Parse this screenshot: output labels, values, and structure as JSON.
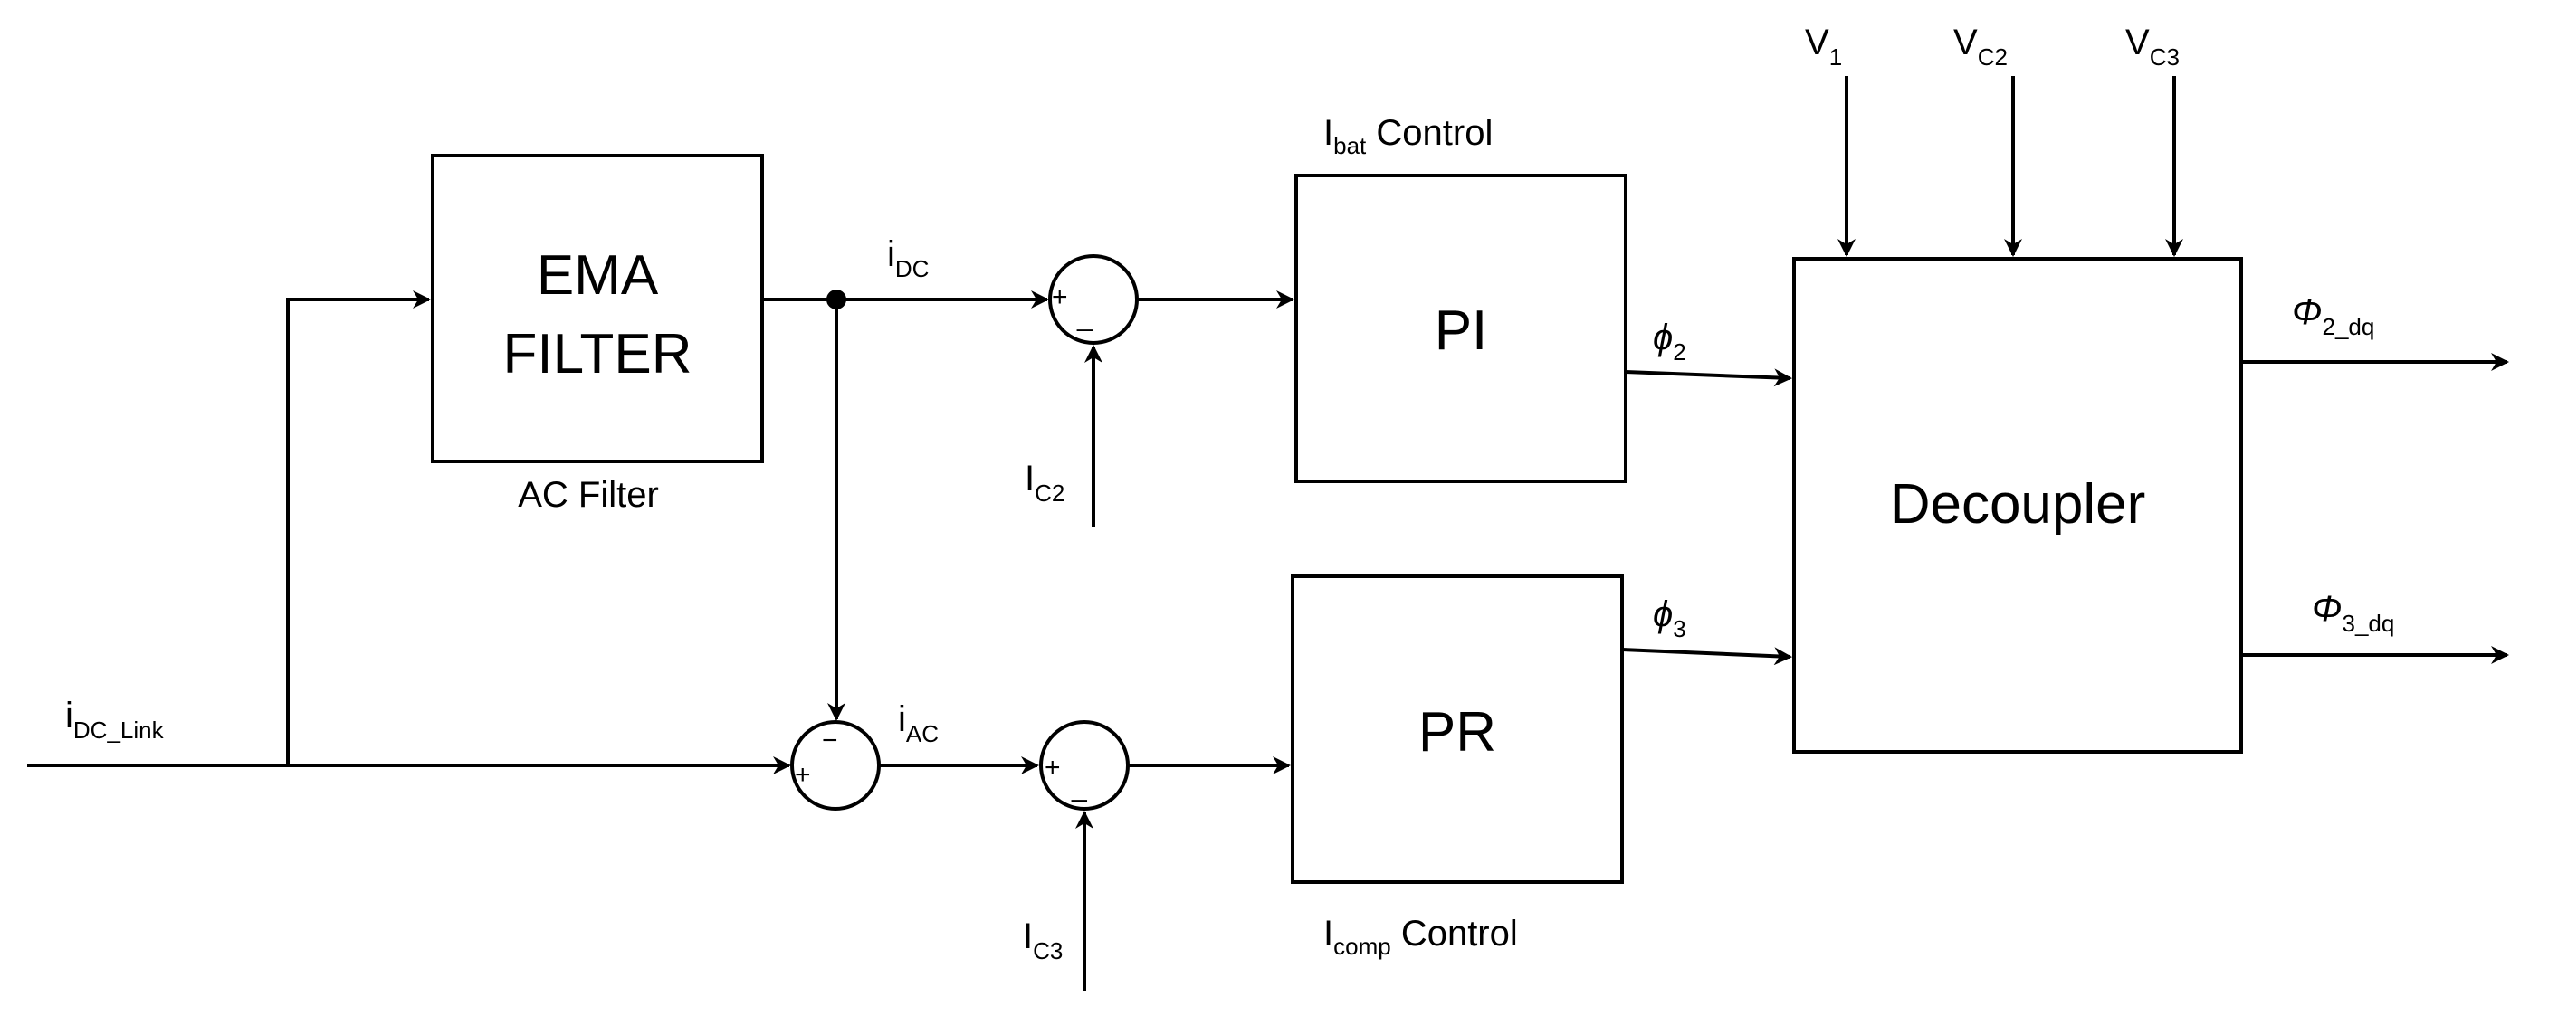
{
  "blocks": {
    "ema": {
      "line1": "EMA",
      "line2": "FILTER",
      "caption": "AC Filter"
    },
    "pi": {
      "label": "PI",
      "caption_main": "I",
      "caption_sub": "bat",
      "caption_rest": " Control"
    },
    "pr": {
      "label": "PR",
      "caption_main": "I",
      "caption_sub": "comp",
      "caption_rest": " Control"
    },
    "decoupler": {
      "label": "Decoupler"
    }
  },
  "signals": {
    "i_dc_link": {
      "main": "i",
      "sub": "DC_Link"
    },
    "i_dc": {
      "main": "i",
      "sub": "DC"
    },
    "i_ac": {
      "main": "i",
      "sub": "AC"
    },
    "i_c2": {
      "main": "I",
      "sub": "C2"
    },
    "i_c3": {
      "main": "I",
      "sub": "C3"
    },
    "phi2": {
      "main": "ϕ",
      "sub": "2"
    },
    "phi3": {
      "main": "ϕ",
      "sub": "3"
    },
    "phi2_dq": {
      "main": "Φ",
      "sub": "2_dq"
    },
    "phi3_dq": {
      "main": "Φ",
      "sub": "3_dq"
    },
    "v1": {
      "main": "V",
      "sub": "1"
    },
    "vc2": {
      "main": "V",
      "sub": "C2"
    },
    "vc3": {
      "main": "V",
      "sub": "C3"
    }
  },
  "signs": {
    "sum_top": {
      "plus": "+",
      "minus": "_"
    },
    "sum_ac": {
      "plus": "+",
      "minus": "−"
    },
    "sum_bottom": {
      "plus": "+",
      "minus": "_"
    }
  }
}
